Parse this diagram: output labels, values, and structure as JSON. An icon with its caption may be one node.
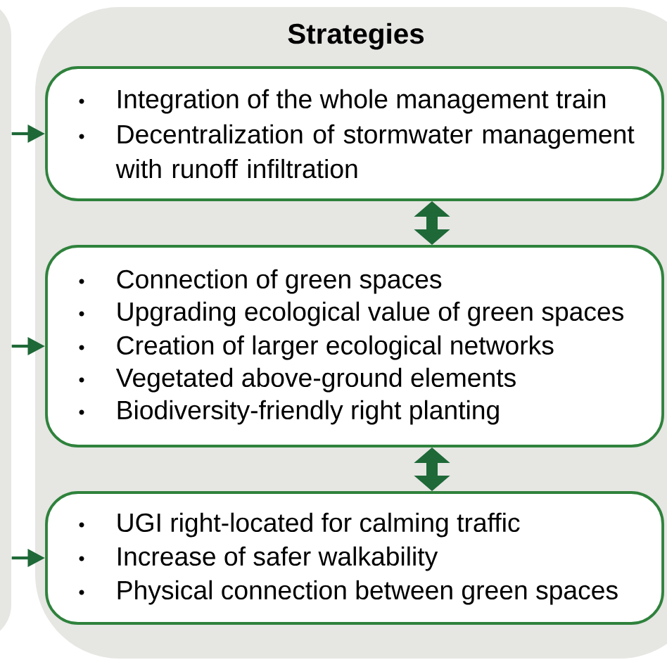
{
  "diagram": {
    "nodes": [
      {
        "text": [],
        "shape": "box"
      },
      {
        "text": [
          "Strategies"
        ]
      },
      {
        "text": [
          "Integration of the whole management train",
          "Decentralization of stormwater management with runoff infiltration"
        ],
        "in": 1
      },
      {
        "text": [
          "Connection of green spaces",
          "Upgrading ecological value of green spaces",
          "Creation of larger ecological networks",
          "Vegetated above-ground elements",
          "Biodiversity-friendly right planting"
        ],
        "in": 1
      },
      {
        "text": [
          "UGI right-located for calming traffic",
          "Increase of safer walkability",
          "Physical connection between green spaces"
        ],
        "in": 1
      }
    ],
    "edges": [
      {
        "from": 0,
        "to": 2,
        "arrow": "to"
      },
      {
        "from": 0,
        "to": 3,
        "arrow": "to"
      },
      {
        "from": 0,
        "to": 4,
        "arrow": "to"
      },
      {
        "from": 2,
        "to": 3,
        "arrow": "both",
        "style": "thick"
      },
      {
        "from": 3,
        "to": 4,
        "arrow": "both",
        "style": "thick"
      }
    ]
  }
}
